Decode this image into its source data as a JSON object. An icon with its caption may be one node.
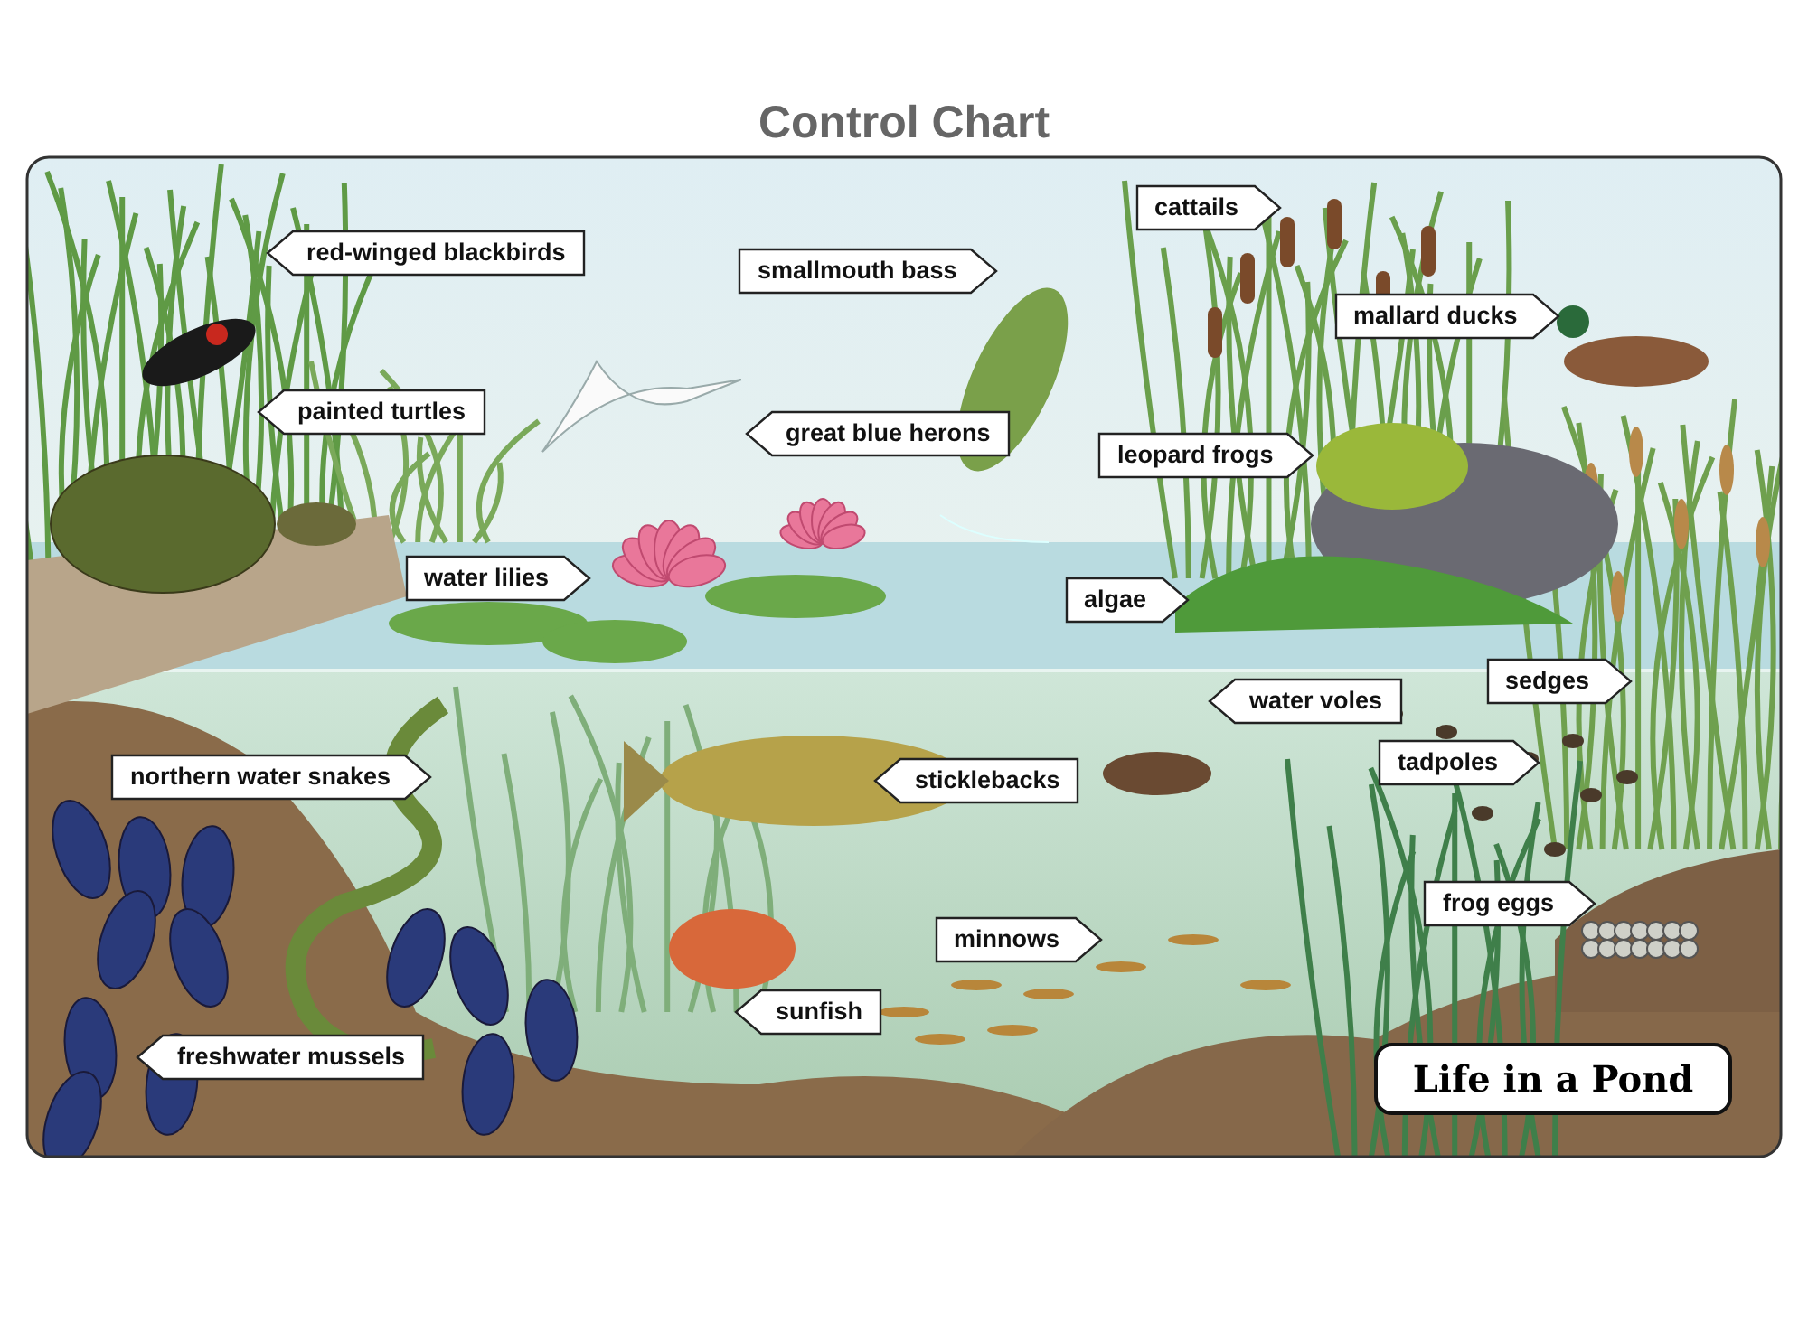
{
  "diagram": {
    "title": "Control Chart",
    "nodes": [
      {
        "text": [
          "red-winged blackbirds"
        ]
      },
      {
        "text": [
          "painted turtles"
        ]
      },
      {
        "text": [
          "smallmouth bass"
        ]
      },
      {
        "text": [
          "cattails"
        ]
      },
      {
        "text": [
          "mallard ducks"
        ]
      },
      {
        "text": [
          "great blue herons"
        ]
      },
      {
        "text": [
          "leopard frogs"
        ]
      },
      {
        "text": [
          "water lilies"
        ]
      },
      {
        "text": [
          "algae"
        ]
      },
      {
        "text": [
          "water voles"
        ]
      },
      {
        "text": [
          "sedges"
        ]
      },
      {
        "text": [
          "northern water snakes"
        ]
      },
      {
        "text": [
          "sticklebacks"
        ]
      },
      {
        "text": [
          "tadpoles"
        ]
      },
      {
        "text": [
          "frog eggs"
        ]
      },
      {
        "text": [
          "minnows"
        ]
      },
      {
        "text": [
          "sunfish"
        ]
      },
      {
        "text": [
          "freshwater mussels"
        ]
      },
      {
        "text": [
          "Life in a Pond"
        ]
      }
    ]
  }
}
